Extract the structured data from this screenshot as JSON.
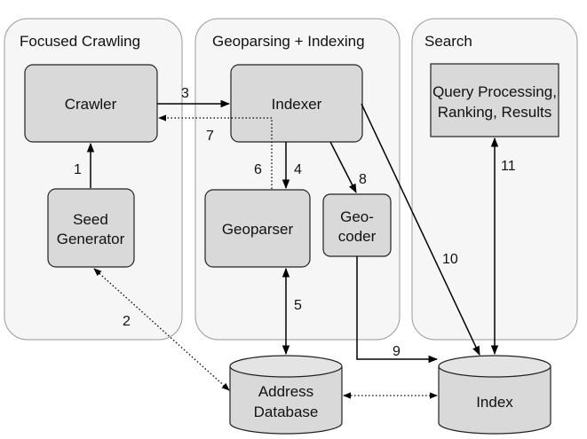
{
  "panels": {
    "focused_crawling": "Focused Crawling",
    "geoparsing_indexing": "Geoparsing + Indexing",
    "search": "Search"
  },
  "boxes": {
    "crawler": "Crawler",
    "seed_generator": [
      "Seed",
      "Generator"
    ],
    "indexer": "Indexer",
    "geoparser": "Geoparser",
    "geocoder": [
      "Geo-",
      "coder"
    ],
    "query_processing": [
      "Query Processing,",
      "Ranking, Results"
    ],
    "address_database": [
      "Address",
      "Database"
    ],
    "index": "Index"
  },
  "edge_labels": {
    "e1": "1",
    "e2": "2",
    "e3": "3",
    "e4": "4",
    "e5": "5",
    "e6": "6",
    "e7": "7",
    "e8": "8",
    "e9": "9",
    "e10": "10",
    "e11": "11"
  }
}
